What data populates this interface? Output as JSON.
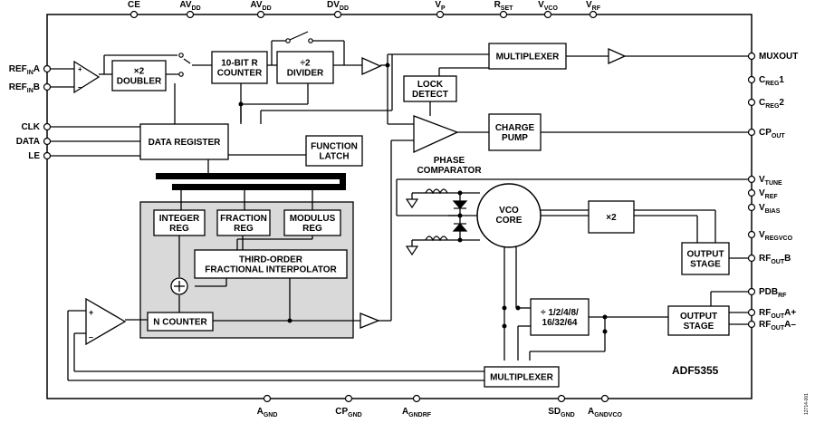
{
  "part_number": "ADF5355",
  "figure_id": "12714-001",
  "pins_top": [
    {
      "id": "ce",
      "base": "CE",
      "sub": ""
    },
    {
      "id": "avdd1",
      "base": "AV",
      "sub": "DD"
    },
    {
      "id": "avdd2",
      "base": "AV",
      "sub": "DD"
    },
    {
      "id": "dvdd",
      "base": "DV",
      "sub": "DD"
    },
    {
      "id": "vp",
      "base": "V",
      "sub": "P"
    },
    {
      "id": "rset",
      "base": "R",
      "sub": "SET"
    },
    {
      "id": "vvco",
      "base": "V",
      "sub": "VCO"
    },
    {
      "id": "vrf",
      "base": "V",
      "sub": "RF"
    }
  ],
  "pins_left": [
    {
      "id": "refina",
      "base": "REF",
      "sub": "IN",
      "tail": "A"
    },
    {
      "id": "refinb",
      "base": "REF",
      "sub": "IN",
      "tail": "B"
    },
    {
      "id": "clk",
      "base": "CLK",
      "sub": "",
      "tail": ""
    },
    {
      "id": "data",
      "base": "DATA",
      "sub": "",
      "tail": ""
    },
    {
      "id": "le",
      "base": "LE",
      "sub": "",
      "tail": ""
    }
  ],
  "pins_right": [
    {
      "id": "muxout",
      "base": "MUXOUT",
      "sub": "",
      "tail": ""
    },
    {
      "id": "creg1",
      "base": "C",
      "sub": "REG",
      "tail": "1"
    },
    {
      "id": "creg2",
      "base": "C",
      "sub": "REG",
      "tail": "2"
    },
    {
      "id": "cpout",
      "base": "CP",
      "sub": "OUT",
      "tail": ""
    },
    {
      "id": "vtune",
      "base": "V",
      "sub": "TUNE",
      "tail": ""
    },
    {
      "id": "vref",
      "base": "V",
      "sub": "REF",
      "tail": ""
    },
    {
      "id": "vbias",
      "base": "V",
      "sub": "BIAS",
      "tail": ""
    },
    {
      "id": "vregvco",
      "base": "V",
      "sub": "REGVCO",
      "tail": ""
    },
    {
      "id": "rfoutb",
      "base": "RF",
      "sub": "OUT",
      "tail": "B"
    },
    {
      "id": "pdbrf",
      "base": "PDB",
      "sub": "RF",
      "tail": ""
    },
    {
      "id": "rfoutap",
      "base": "RF",
      "sub": "OUT",
      "tail": "A+"
    },
    {
      "id": "rfoutam",
      "base": "RF",
      "sub": "OUT",
      "tail": "A–"
    }
  ],
  "pins_bottom": [
    {
      "id": "agnd",
      "base": "A",
      "sub": "GND"
    },
    {
      "id": "cpgnd",
      "base": "CP",
      "sub": "GND"
    },
    {
      "id": "agndrf",
      "base": "A",
      "sub": "GNDRF"
    },
    {
      "id": "sdgnd",
      "base": "SD",
      "sub": "GND"
    },
    {
      "id": "agndvco",
      "base": "A",
      "sub": "GNDVCO"
    }
  ],
  "blocks": {
    "doubler": [
      "×2",
      "DOUBLER"
    ],
    "r_counter": [
      "10-BIT R",
      "COUNTER"
    ],
    "divider": [
      "÷2",
      "DIVIDER"
    ],
    "mux_top": [
      "MULTIPLEXER"
    ],
    "lock_detect": [
      "LOCK",
      "DETECT"
    ],
    "charge_pump": [
      "CHARGE",
      "PUMP"
    ],
    "phase_comparator": [
      "PHASE",
      "COMPARATOR"
    ],
    "data_register": [
      "DATA REGISTER"
    ],
    "function_latch": [
      "FUNCTION",
      "LATCH"
    ],
    "integer_reg": [
      "INTEGER",
      "REG"
    ],
    "fraction_reg": [
      "FRACTION",
      "REG"
    ],
    "modulus_reg": [
      "MODULUS",
      "REG"
    ],
    "interpolator": [
      "THIRD-ORDER",
      "FRACTIONAL INTERPOLATOR"
    ],
    "n_counter": [
      "N COUNTER"
    ],
    "vco_core": [
      "VCO",
      "CORE"
    ],
    "x2": [
      "×2"
    ],
    "output_stage_b": [
      "OUTPUT",
      "STAGE"
    ],
    "output_stage_a": [
      "OUTPUT",
      "STAGE"
    ],
    "rf_divider": [
      "÷ 1/2/4/8/",
      "16/32/64"
    ],
    "mux_bottom": [
      "MULTIPLEXER"
    ]
  }
}
